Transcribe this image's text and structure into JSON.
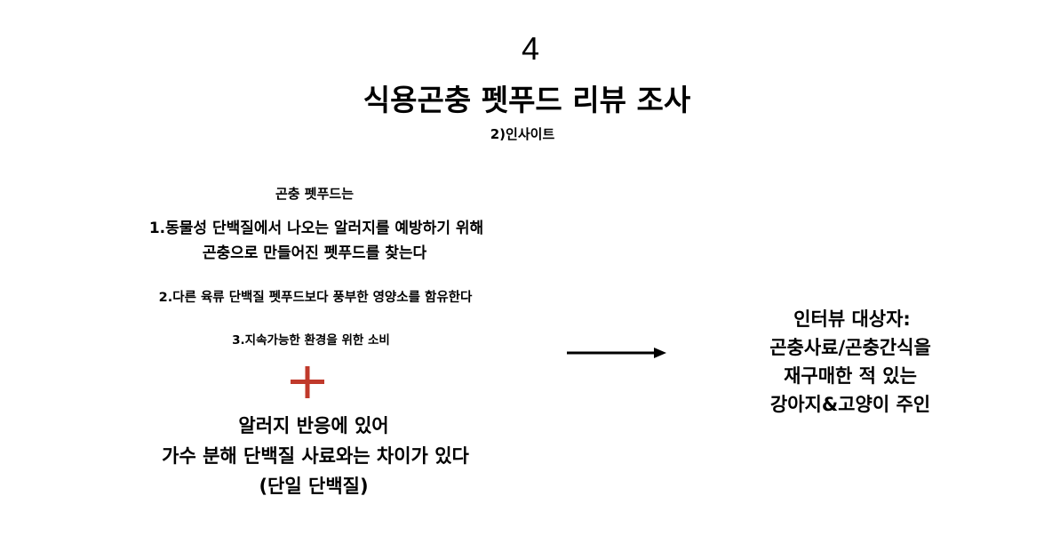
{
  "slide": {
    "page_number": "4",
    "title": "식용곤충 펫푸드 리뷰 조사",
    "subtitle": "2)인사이트"
  },
  "insights": {
    "intro": "곤충 펫푸드는",
    "point1_line1": "1.동물성 단백질에서 나오는 알러지를 예방하기 위해",
    "point1_line2": "곤충으로 만들어진 펫푸드를 찾는다",
    "point2": "2.다른 육류 단백질 펫푸드보다 풍부한 영양소를 함유한다",
    "point3": "3.지속가능한 환경을 위한 소비"
  },
  "addition": {
    "line1": "알러지 반응에 있어",
    "line2": "가수 분해 단백질 사료와는 차이가 있다",
    "line3": "(단일 단백질)"
  },
  "target": {
    "line1": "인터뷰 대상자:",
    "line2": "곤충사료/곤충간식을",
    "line3": "재구매한 적 있는",
    "line4": "강아지&고양이 주인"
  },
  "icons": {
    "plus": "plus-icon",
    "arrow": "arrow-right-icon"
  },
  "colors": {
    "plus": "#c0392b",
    "text": "#000000",
    "arrow": "#000000"
  }
}
